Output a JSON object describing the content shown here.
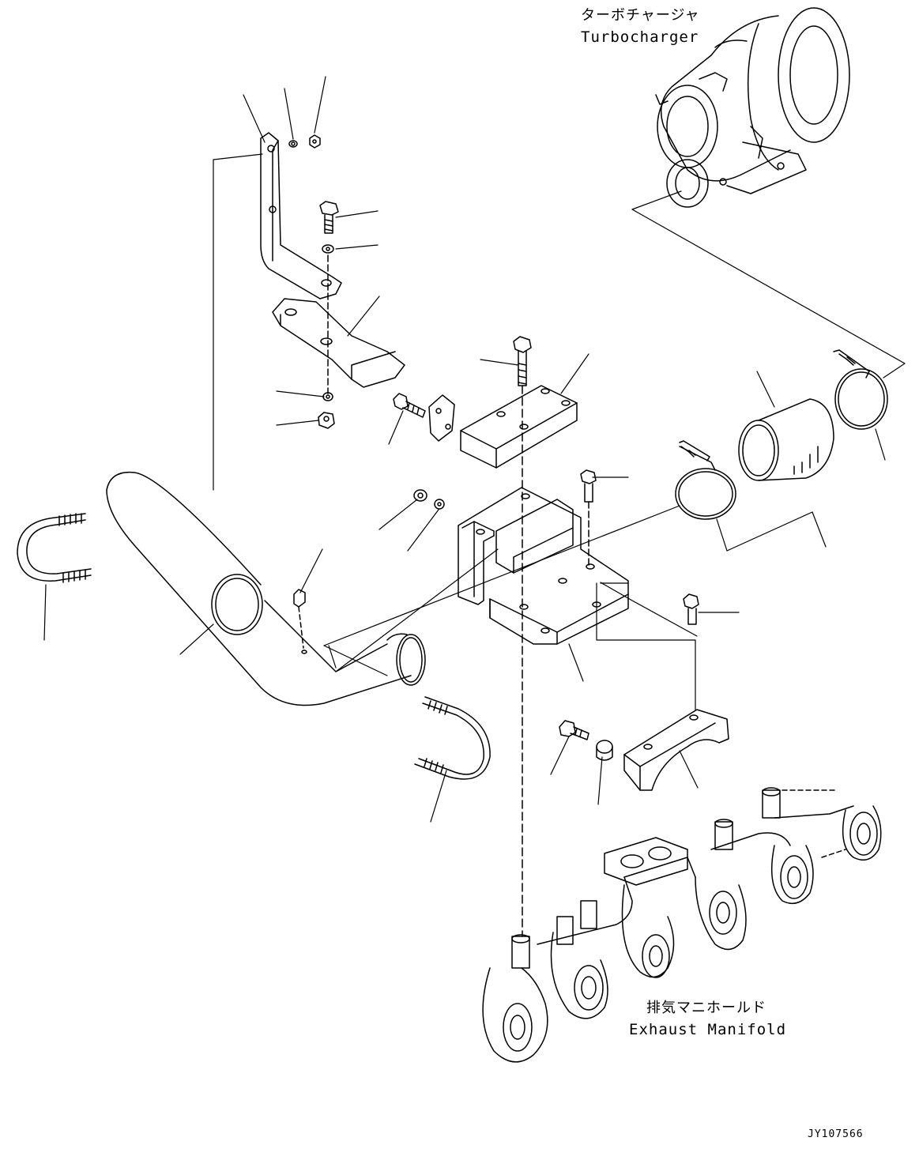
{
  "labels": {
    "turbocharger_jp": "ターボチャージャ",
    "turbocharger_en": "Turbocharger",
    "exhaust_manifold_jp": "排気マニホールド",
    "exhaust_manifold_en": "Exhaust Manifold",
    "drawing_number": "JY107566"
  },
  "colors": {
    "line": "#000000",
    "background": "#ffffff"
  }
}
